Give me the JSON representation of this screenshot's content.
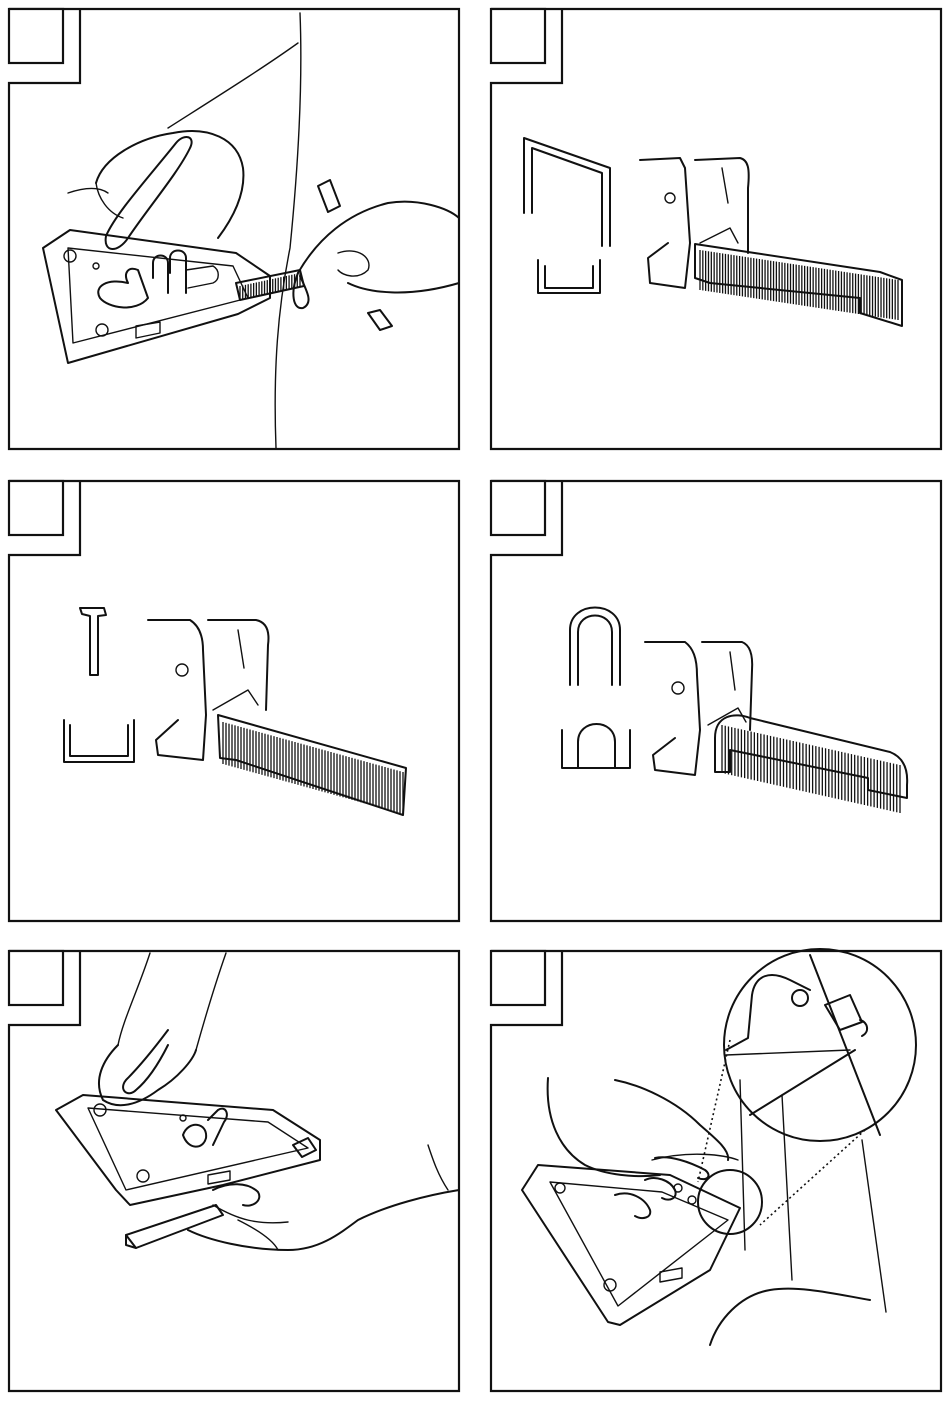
{
  "figure": {
    "panels": [
      {
        "id": 1,
        "content": "hand-inserting-staple-strip"
      },
      {
        "id": 2,
        "content": "flat-staple-loading"
      },
      {
        "id": 3,
        "content": "t-nail-loading"
      },
      {
        "id": 4,
        "content": "round-staple-loading"
      },
      {
        "id": 5,
        "content": "opening-magazine"
      },
      {
        "id": 6,
        "content": "stapling-cable-detail"
      }
    ],
    "step_number_boxes_empty": true,
    "line_color": "#111111",
    "background_color": "#ffffff"
  }
}
